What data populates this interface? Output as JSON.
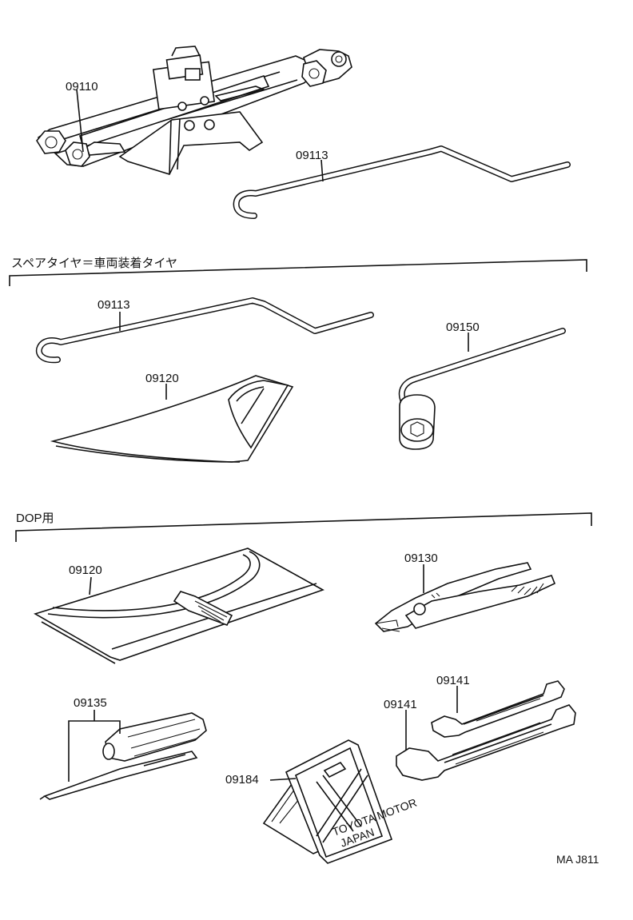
{
  "sections": {
    "spare_tire": {
      "title": "スペアタイヤ＝車両装着タイヤ"
    },
    "dop": {
      "title": "DOP用"
    }
  },
  "parts": {
    "jack": {
      "label": "09110"
    },
    "jack_handle_top": {
      "label": "09113"
    },
    "jack_handle_spare": {
      "label": "09113"
    },
    "tool_bag_spare": {
      "label": "09120"
    },
    "wheel_wrench": {
      "label": "09150"
    },
    "tool_bag_dop": {
      "label": "09120"
    },
    "pliers": {
      "label": "09130"
    },
    "screwdriver": {
      "label": "09135"
    },
    "wrench_upper": {
      "label": "09141"
    },
    "wrench_lower": {
      "label": "09141"
    },
    "warning_triangle": {
      "label": "09184"
    }
  },
  "triangle_plate": {
    "line1": "TOYOTA MOTOR",
    "line2": "JAPAN"
  },
  "drawing_code": "MA J811"
}
